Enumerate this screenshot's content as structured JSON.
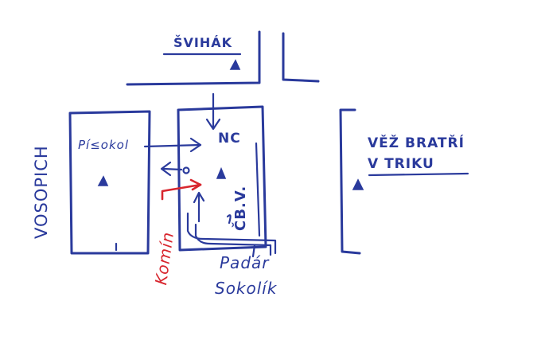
{
  "labels": {
    "svihak": "ŠVIHÁK",
    "vosopich": "VOSOPICH",
    "pisokol": "Pí≤okol",
    "nc": "NC",
    "veze_line1": "VĚŽ BRATŘÍ",
    "veze_line2": "V TRIKU",
    "cbv": "ČB.V.",
    "komin": "Komín",
    "padar_line1": "Padár",
    "padar_line2": "Sokolík"
  },
  "colors": {
    "ink": "#2a3a9c",
    "red": "#d8262e"
  }
}
